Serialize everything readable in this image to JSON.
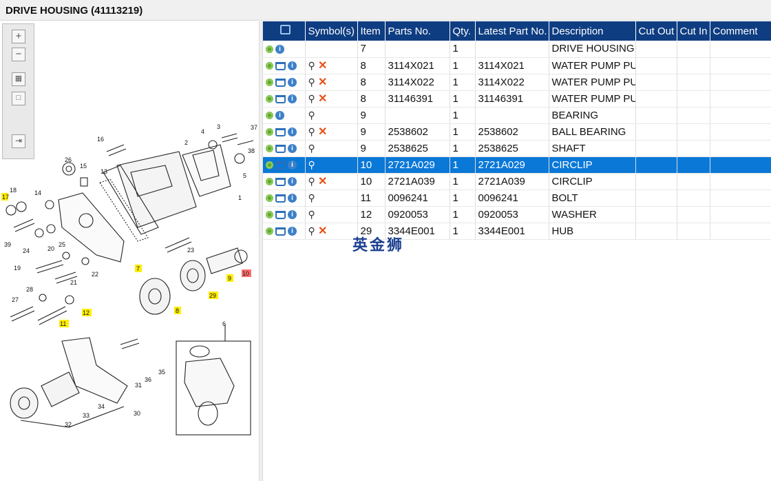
{
  "window": {
    "title": "DRIVE HOUSING (41113219)"
  },
  "toolbar": {
    "buttons": [
      "zoom-in",
      "zoom-out",
      "fit-all",
      "fit-window",
      "export"
    ]
  },
  "drawing": {
    "callouts_highlighted": [
      "17",
      "7",
      "9",
      "29",
      "10",
      "8",
      "12",
      "11"
    ],
    "callouts": [
      "16",
      "26",
      "15",
      "13",
      "14",
      "18",
      "17",
      "39",
      "24",
      "25",
      "20",
      "19",
      "22",
      "21",
      "7",
      "2",
      "4",
      "3",
      "37",
      "38",
      "5",
      "1",
      "23",
      "9",
      "10",
      "29",
      "8",
      "28",
      "27",
      "12",
      "11",
      "6",
      "35",
      "36",
      "31",
      "34",
      "33",
      "32",
      "30"
    ]
  },
  "grid": {
    "columns": [
      "Symbol(s)",
      "Item",
      "Parts No.",
      "Qty.",
      "Latest Part No.",
      "Description",
      "Cut Out",
      "Cut In",
      "Comment"
    ],
    "rows": [
      {
        "item": "7",
        "part_no": "",
        "qty": "1",
        "latest": "",
        "desc": "DRIVE HOUSING",
        "cart": false,
        "sym": false,
        "x": false,
        "selected": false
      },
      {
        "item": "8",
        "part_no": "3114X021",
        "qty": "1",
        "latest": "3114X021",
        "desc": "WATER PUMP PULLEY",
        "cart": true,
        "sym": true,
        "x": true,
        "selected": false
      },
      {
        "item": "8",
        "part_no": "3114X022",
        "qty": "1",
        "latest": "3114X022",
        "desc": "WATER PUMP PULLEY",
        "cart": true,
        "sym": true,
        "x": true,
        "selected": false
      },
      {
        "item": "8",
        "part_no": "31146391",
        "qty": "1",
        "latest": "31146391",
        "desc": "WATER PUMP PULLEY",
        "cart": true,
        "sym": true,
        "x": true,
        "selected": false
      },
      {
        "item": "9",
        "part_no": "",
        "qty": "1",
        "latest": "",
        "desc": "BEARING",
        "cart": false,
        "sym": true,
        "x": false,
        "selected": false
      },
      {
        "item": "9",
        "part_no": "2538602",
        "qty": "1",
        "latest": "2538602",
        "desc": "BALL BEARING",
        "cart": true,
        "sym": true,
        "x": true,
        "selected": false
      },
      {
        "item": "9",
        "part_no": "2538625",
        "qty": "1",
        "latest": "2538625",
        "desc": "SHAFT",
        "cart": true,
        "sym": true,
        "x": false,
        "selected": false
      },
      {
        "item": "10",
        "part_no": "2721A029",
        "qty": "1",
        "latest": "2721A029",
        "desc": "CIRCLIP",
        "cart": true,
        "sym": true,
        "x": false,
        "selected": true
      },
      {
        "item": "10",
        "part_no": "2721A039",
        "qty": "1",
        "latest": "2721A039",
        "desc": "CIRCLIP",
        "cart": true,
        "sym": true,
        "x": true,
        "selected": false
      },
      {
        "item": "11",
        "part_no": "0096241",
        "qty": "1",
        "latest": "0096241",
        "desc": "BOLT",
        "cart": true,
        "sym": true,
        "x": false,
        "selected": false
      },
      {
        "item": "12",
        "part_no": "0920053",
        "qty": "1",
        "latest": "0920053",
        "desc": "WASHER",
        "cart": true,
        "sym": true,
        "x": false,
        "selected": false
      },
      {
        "item": "29",
        "part_no": "3344E001",
        "qty": "1",
        "latest": "3344E001",
        "desc": "HUB",
        "cart": true,
        "sym": true,
        "x": true,
        "selected": false
      }
    ]
  },
  "watermark": "英金狮",
  "colors": {
    "header_bg": "#0e3d82",
    "selected_row": "#0a78d7",
    "highlight_callout": "#ffee00",
    "highlight_red": "#ff7070"
  }
}
